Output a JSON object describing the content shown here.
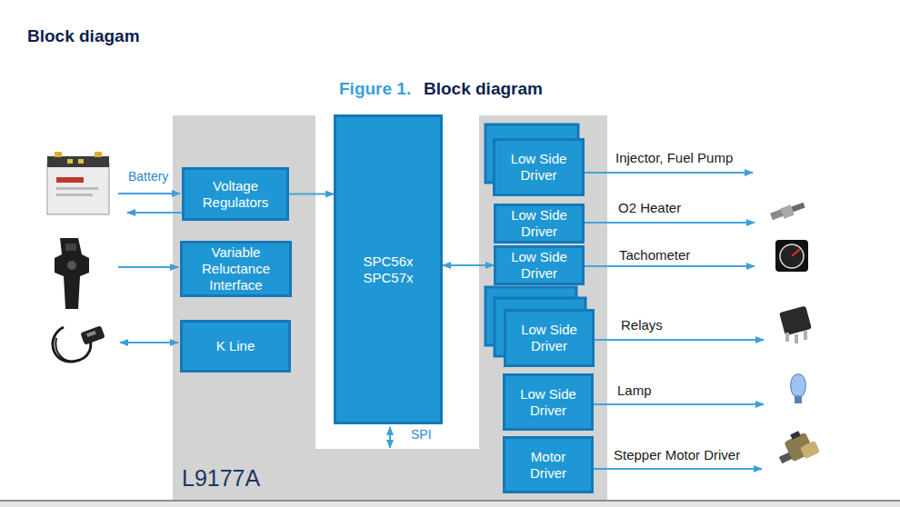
{
  "diagram": {
    "title": "Block diagam",
    "caption": "Block diagram",
    "nodes": [
      {
        "text": [
          "L9177A"
        ]
      },
      {
        "text": [
          "Voltage Regulators"
        ],
        "in": 0
      },
      {
        "text": [
          "Variable Reluctance Interface"
        ],
        "in": 0
      },
      {
        "text": [
          "K Line"
        ],
        "in": 0
      },
      {
        "text": [
          "SPC56x SPC57x"
        ],
        "in": 0
      },
      {
        "text": [
          "Low Side Driver"
        ],
        "in": 0
      },
      {
        "text": [
          "Low Side Driver"
        ],
        "in": 0
      },
      {
        "text": [
          "Low Side Driver"
        ],
        "in": 0
      },
      {
        "text": [
          "Low Side Driver"
        ],
        "in": 0
      },
      {
        "text": [
          "Low Side Driver"
        ],
        "in": 0
      },
      {
        "text": [
          "Motor Driver"
        ],
        "in": 0
      }
    ],
    "edges": [
      {
        "from": 1,
        "to": 4,
        "arrow": "to"
      },
      {
        "from": 4,
        "to": 7,
        "arrow": "both"
      }
    ],
    "labels": [
      "Figure 1.",
      "Battery",
      "SPI",
      "Injector, Fuel Pump",
      "O2 Heater",
      "Tachometer",
      "Relays",
      "Lamp",
      "Stepper Motor Driver"
    ]
  }
}
